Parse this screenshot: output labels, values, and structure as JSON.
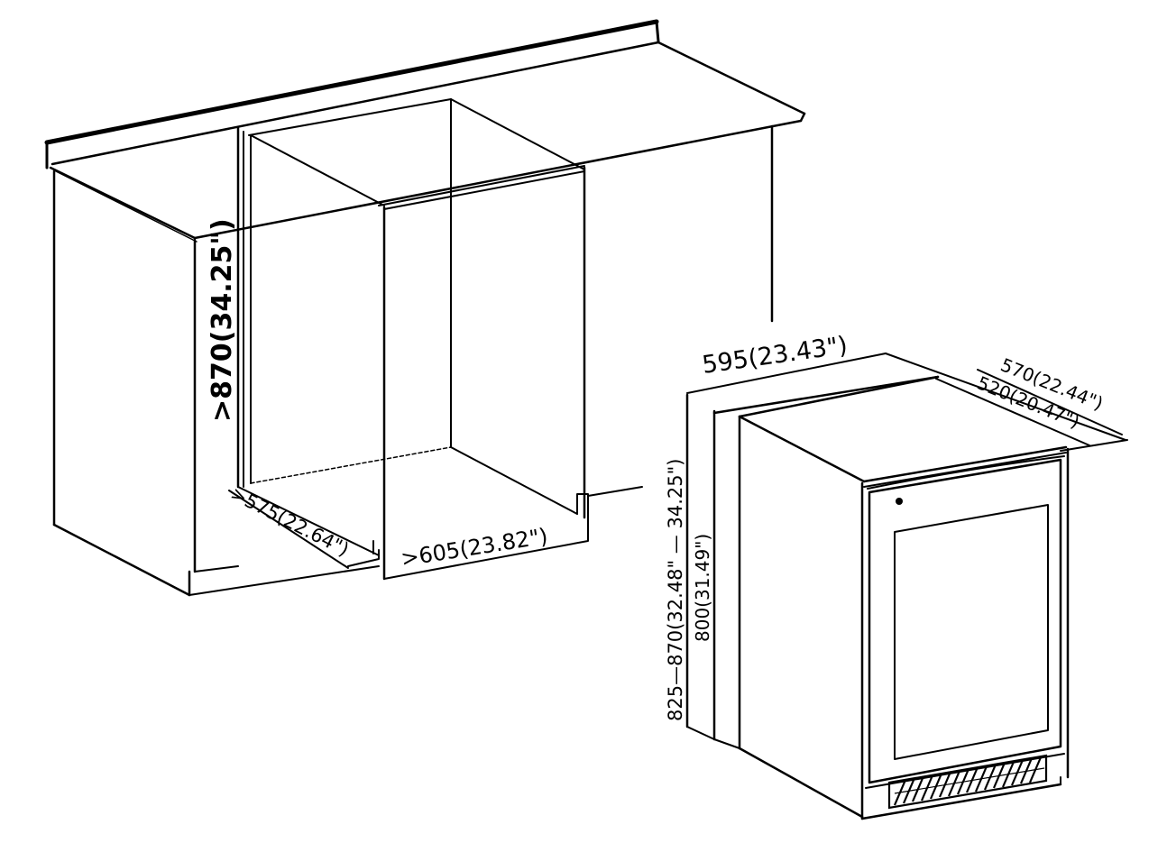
{
  "diagram": {
    "type": "installation-dimensions",
    "cabinet_opening": {
      "height_label": ">870(34.25\")",
      "depth_label": ">575(22.64\")",
      "width_label": ">605(23.82\")"
    },
    "appliance": {
      "width_label": "595(23.43\")",
      "depth_outer_label": "570(22.44\")",
      "depth_inner_label": "520(20.47\")",
      "height_range_label": "825—870(32.48\" — 34.25\")",
      "height_label": "800(31.49\")"
    }
  }
}
